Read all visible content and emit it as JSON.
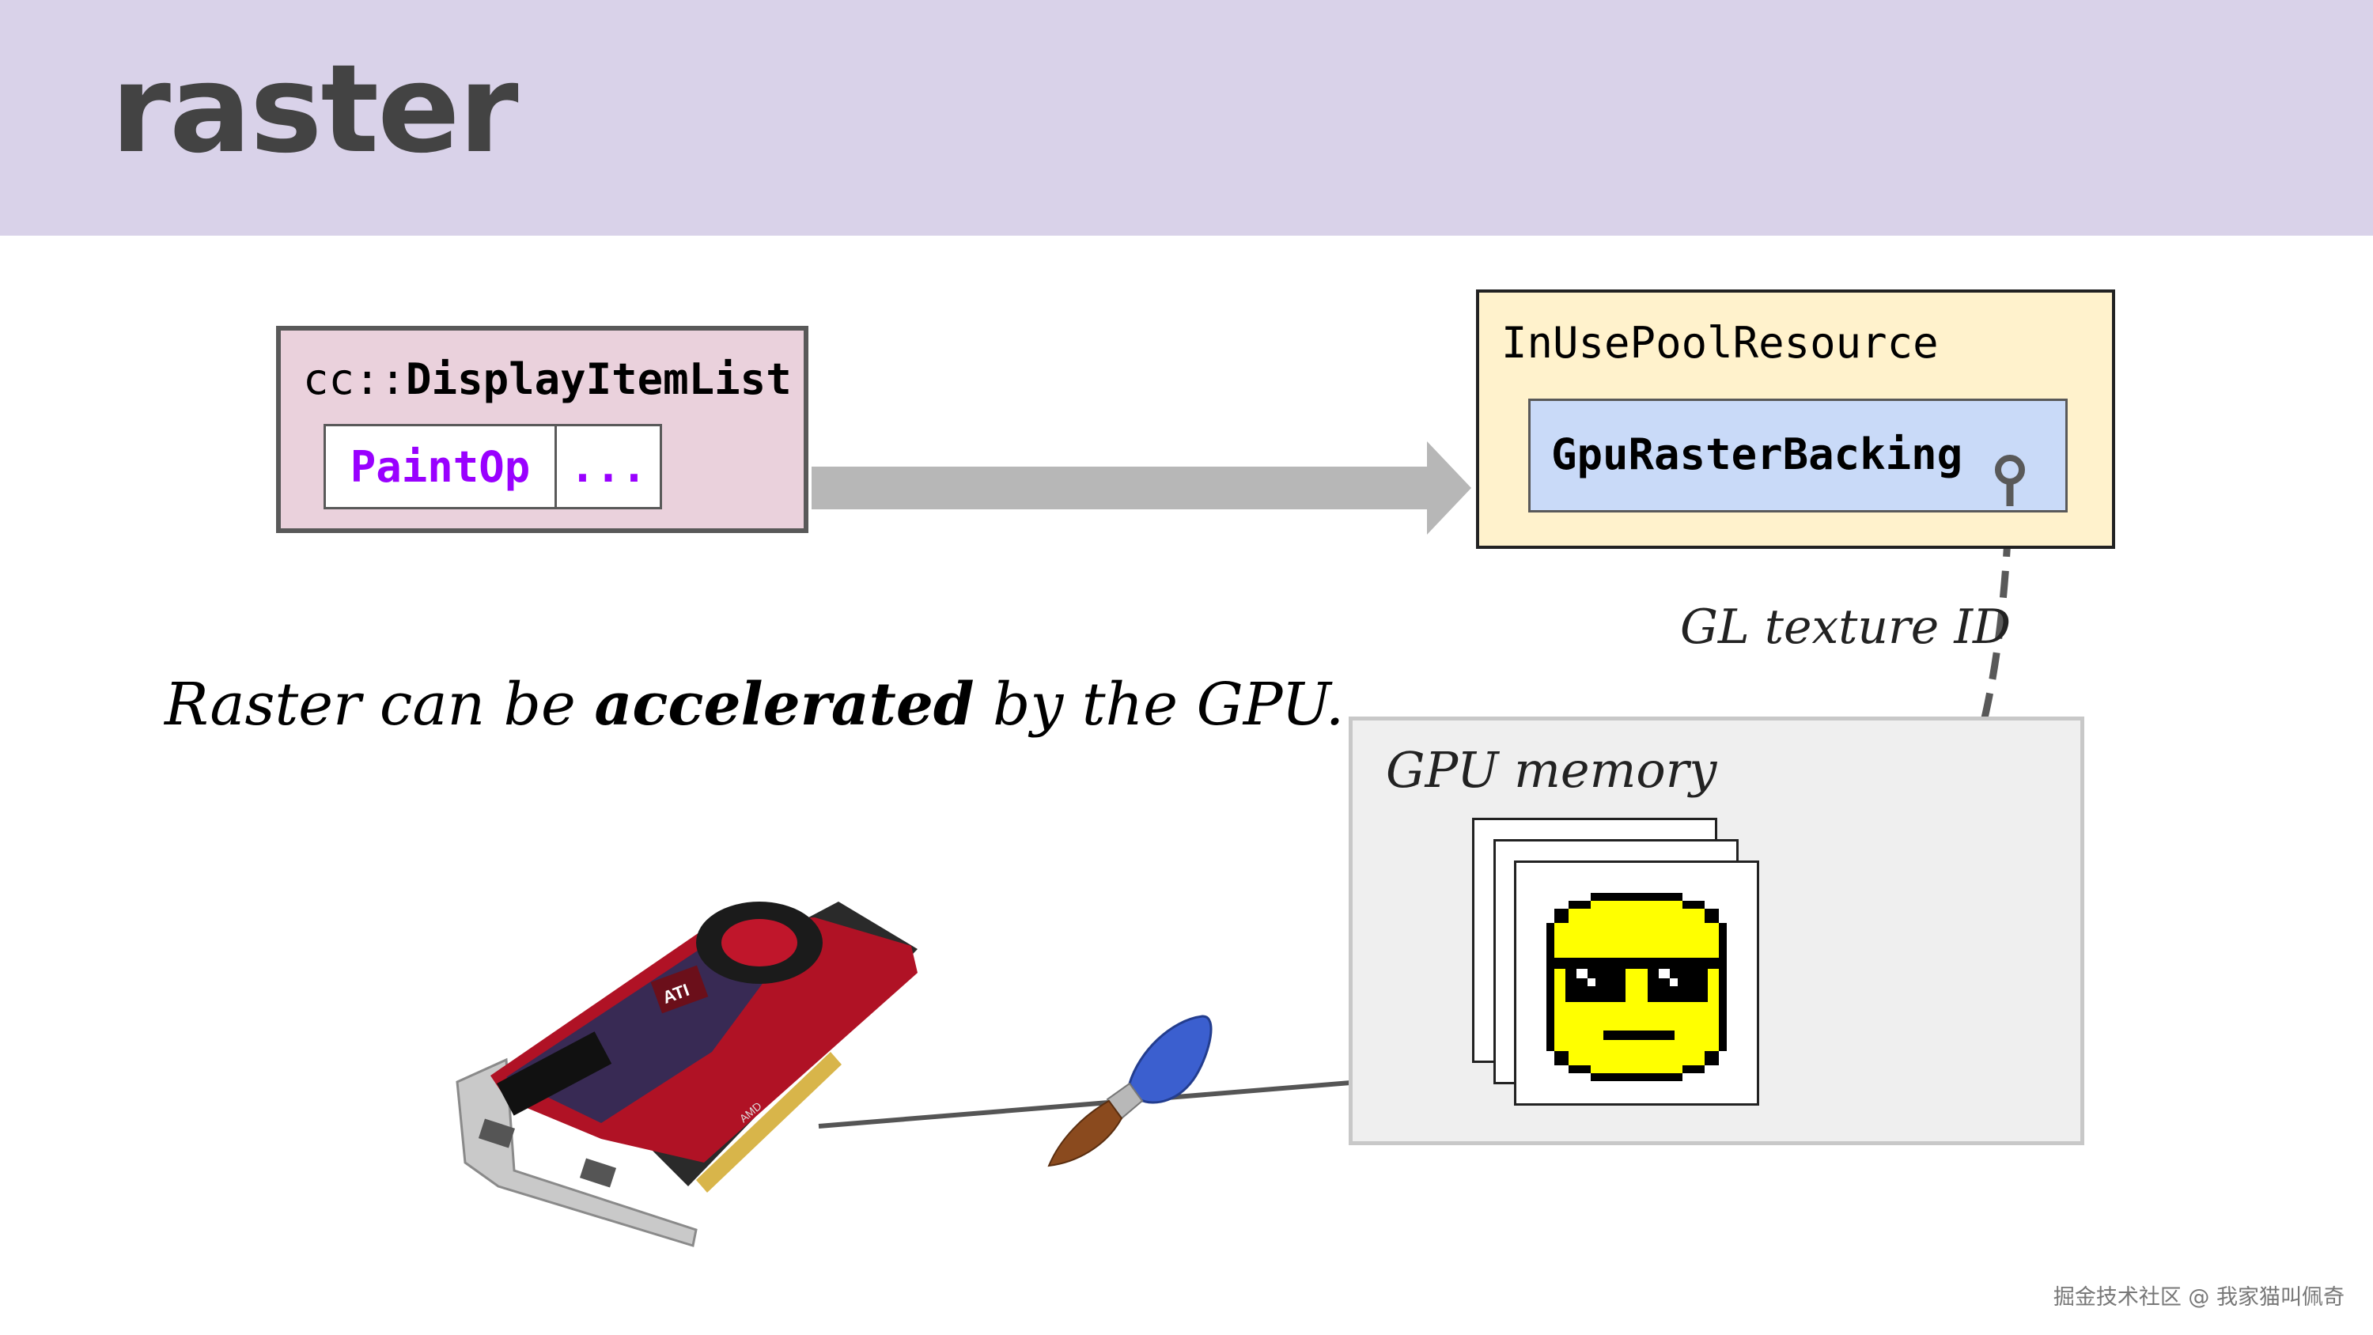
{
  "slide": {
    "title": "raster"
  },
  "display_item_list": {
    "prefix": "cc::",
    "name": "DisplayItemList",
    "cells": [
      "PaintOp",
      "..."
    ]
  },
  "pool_resource": {
    "label": "InUsePoolResource",
    "backing_label": "GpuRasterBacking"
  },
  "texture_label": "GL texture ID",
  "gpu_memory": {
    "label": "GPU memory"
  },
  "caption": {
    "before": "Raster can be ",
    "emphasis": "accelerated",
    "after": " by the GPU."
  },
  "watermark": "掘金技术社区 @ 我家猫叫佩奇",
  "images": {
    "graphics_card_logo_text": "ATI",
    "graphics_card_brand_text": "AMD"
  },
  "colors": {
    "header_bg": "#d9d2e9",
    "display_list_bg": "#ead1dc",
    "paintop_text": "#9900ff",
    "pool_bg": "#fff2cc",
    "backing_bg": "#c9daf8",
    "memory_bg": "#efefef",
    "arrow_gray": "#b7b7b7",
    "smiley_yellow": "#ffff00"
  }
}
